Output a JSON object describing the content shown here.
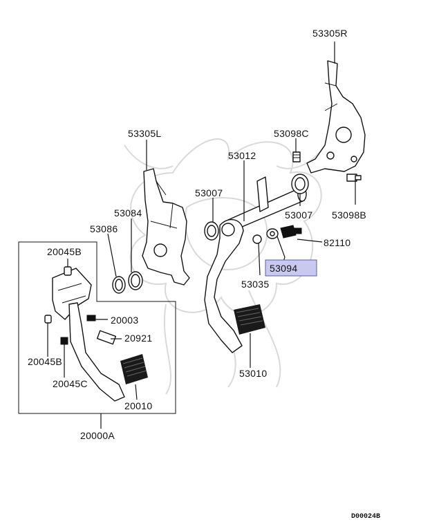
{
  "labels": {
    "p53305R": "53305R",
    "p53305L": "53305L",
    "p53098C": "53098C",
    "p53012": "53012",
    "p53007a": "53007",
    "p53007b": "53007",
    "p53098B": "53098B",
    "p53084": "53084",
    "p53086": "53086",
    "p82110": "82110",
    "p53094": "53094",
    "p53035": "53035",
    "p53010": "53010",
    "p20045B_top": "20045B",
    "p20003": "20003",
    "p20921": "20921",
    "p20045B_low": "20045B",
    "p20045C": "20045C",
    "p20010": "20010",
    "p20000A": "20000A"
  },
  "highlight": {
    "label": "53094",
    "color": "#c9c9f0"
  },
  "diagram_code": "D00024B"
}
